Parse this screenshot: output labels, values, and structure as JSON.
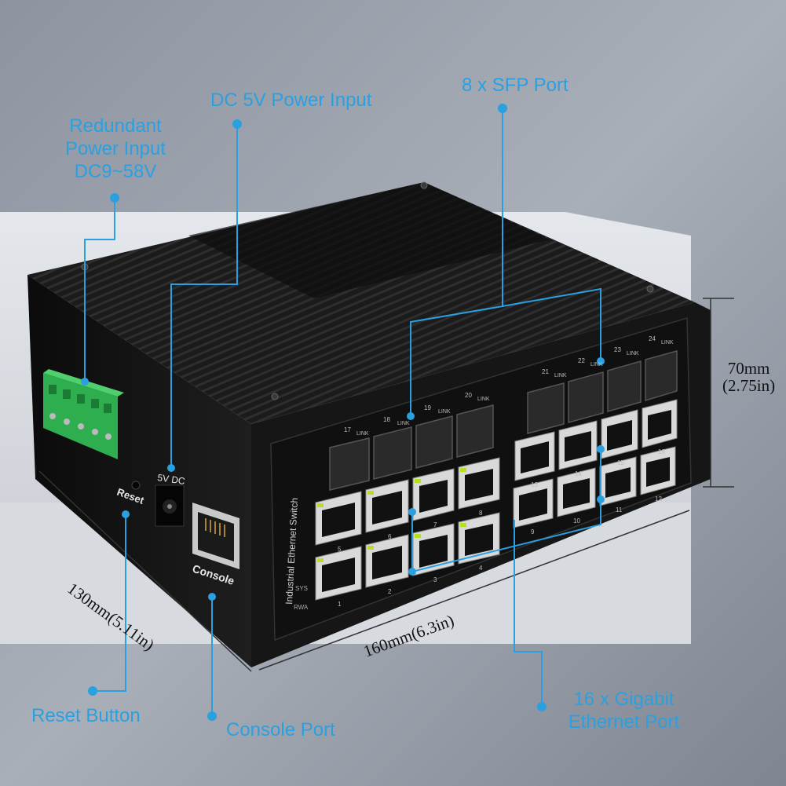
{
  "callouts": {
    "redundant_power": [
      "Redundant",
      "Power Input",
      "DC9~58V"
    ],
    "dc_power": "DC 5V Power Input",
    "sfp_ports": "8 x SFP Port",
    "reset_button": "Reset Button",
    "console_port": "Console Port",
    "gigabit_ports": [
      "16 x Gigabit",
      "Ethernet Port"
    ]
  },
  "dimensions": {
    "height": [
      "70mm",
      "(2.75in)"
    ],
    "depth": "130mm(5.11in)",
    "width": "160mm(6.3in)"
  },
  "device": {
    "front_label": "Industrial Ethernet Switch",
    "led_sys": "SYS",
    "led_rwa": "RWA",
    "reset_label": "Reset",
    "power_label": "5V DC",
    "console_label": "Console",
    "sfp_ports": [
      {
        "num": "17",
        "led": "LINK"
      },
      {
        "num": "18",
        "led": "LINK"
      },
      {
        "num": "19",
        "led": "LINK"
      },
      {
        "num": "20",
        "led": "LINK"
      },
      {
        "num": "21",
        "led": "LINK"
      },
      {
        "num": "22",
        "led": "LINK"
      },
      {
        "num": "23",
        "led": "LINK"
      },
      {
        "num": "24",
        "led": "LINK"
      }
    ],
    "rj45_left_top": [
      "5",
      "6",
      "7",
      "8"
    ],
    "rj45_left_bottom": [
      "1",
      "2",
      "3",
      "4"
    ],
    "rj45_right_top": [
      "13",
      "14",
      "15",
      "16"
    ],
    "rj45_right_bottom": [
      "9",
      "10",
      "11",
      "12"
    ]
  },
  "colors": {
    "callout": "#2aa0e0",
    "device_body": "#141414",
    "background": "#9aa1ab"
  }
}
